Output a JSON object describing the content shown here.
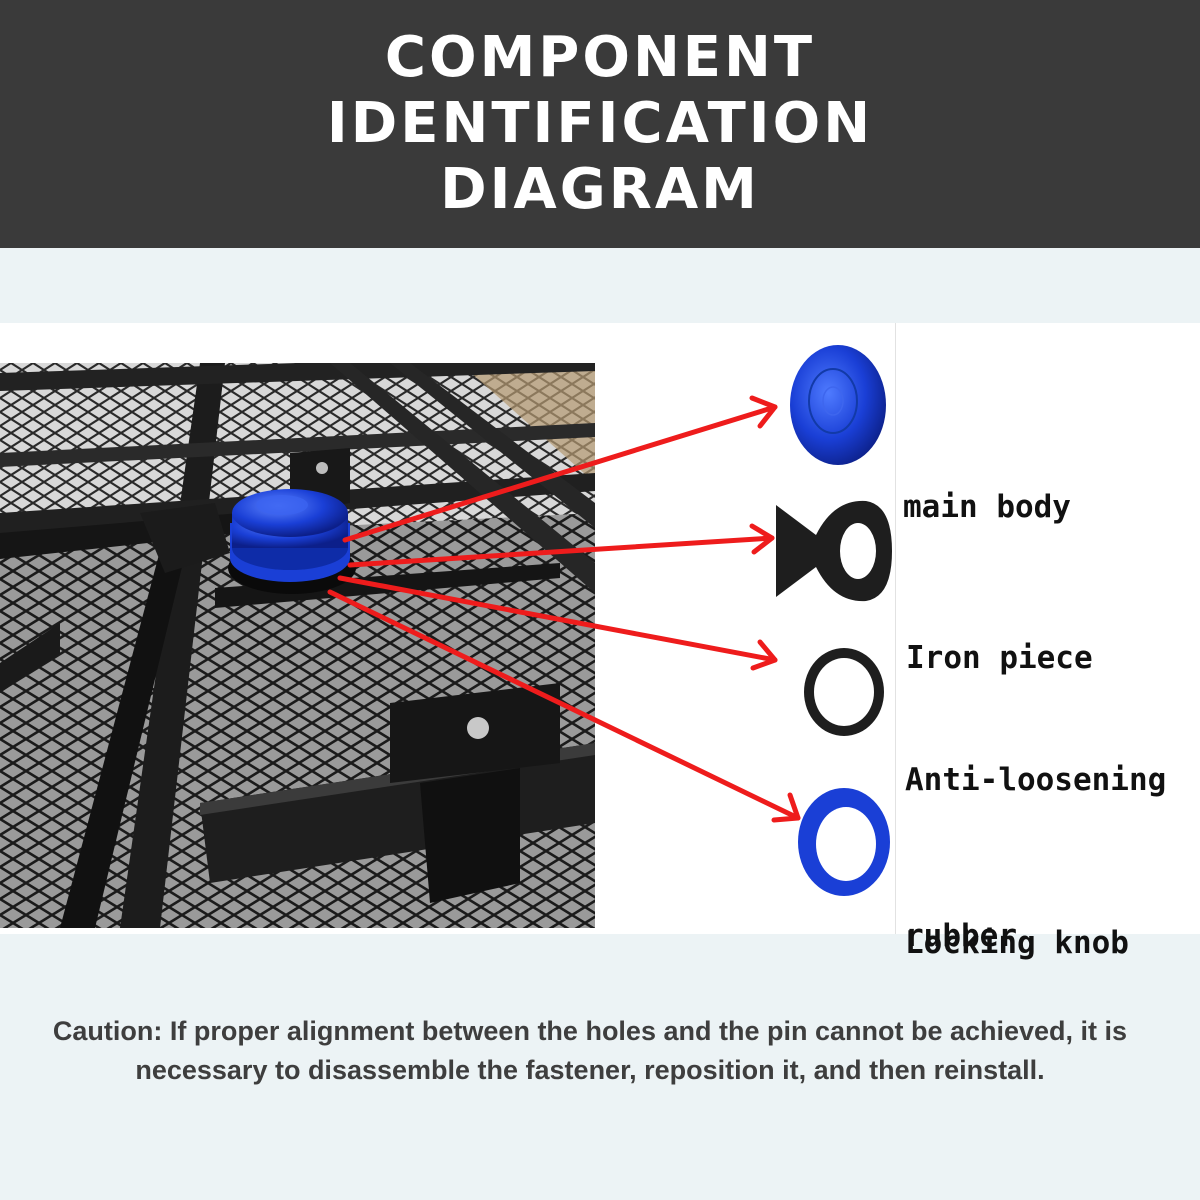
{
  "header": {
    "title_lines": [
      "COMPONENT",
      "IDENTIFICATION",
      "DIAGRAM"
    ]
  },
  "parts": [
    {
      "id": "main-body",
      "label_lines": [
        "main body"
      ],
      "icon": "blue-cap-icon",
      "color": "#1a3fd6"
    },
    {
      "id": "iron-piece",
      "label_lines": [
        "Iron piece"
      ],
      "icon": "iron-bracket-icon",
      "color": "#1e1e1e"
    },
    {
      "id": "anti-loosening-rubber",
      "label_lines": [
        "Anti-loosening",
        "rubber"
      ],
      "icon": "rubber-ring-icon",
      "color": "#1e1e1e"
    },
    {
      "id": "locking-knob",
      "label_lines": [
        "Locking knob"
      ],
      "icon": "blue-ring-icon",
      "color": "#1a3fd6"
    }
  ],
  "caution": "Caution: If proper alignment between the holes and the pin cannot be achieved, it is necessary to disassemble the fastener, reposition it, and then reinstall.",
  "colors": {
    "header_bg": "#3a3a3a",
    "page_bg": "#ecf3f5",
    "arrow": "#ee1c1c",
    "anodized_blue": "#1a3fd6"
  }
}
